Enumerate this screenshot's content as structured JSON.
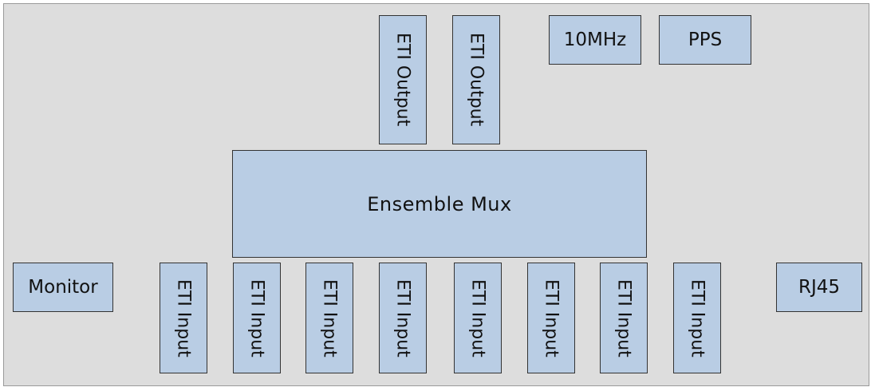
{
  "diagram": {
    "colors": {
      "panel": "#dddddd",
      "box_fill": "#b9cde4",
      "box_border": "#333333"
    },
    "outputs": [
      {
        "label": "ETI Output"
      },
      {
        "label": "ETI Output"
      }
    ],
    "clock_10mhz": "10MHz",
    "pps": "PPS",
    "mux": "Ensemble Mux",
    "monitor": "Monitor",
    "inputs": [
      {
        "label": "ETI Input"
      },
      {
        "label": "ETI Input"
      },
      {
        "label": "ETI Input"
      },
      {
        "label": "ETI Input"
      },
      {
        "label": "ETI Input"
      },
      {
        "label": "ETI Input"
      },
      {
        "label": "ETI Input"
      },
      {
        "label": "ETI Input"
      }
    ],
    "rj45": "RJ45"
  }
}
